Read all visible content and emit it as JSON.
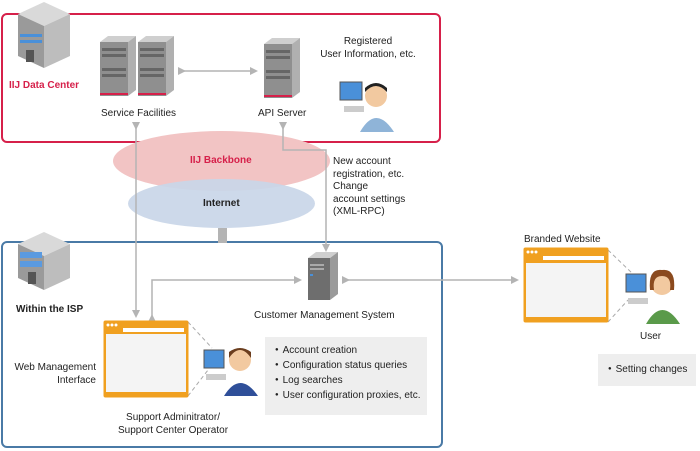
{
  "zones": {
    "data_center": {
      "label": "IIJ Data Center",
      "color": "#d6204a"
    },
    "isp": {
      "label": "Within the ISP",
      "color": "#4a7aa6"
    }
  },
  "networks": {
    "backbone": {
      "label": "IIJ Backbone",
      "color": "#f2c4c4"
    },
    "internet": {
      "label": "Internet",
      "color": "#c9d6e8"
    }
  },
  "nodes": {
    "service_facilities": "Service Facilities",
    "api_server": "API Server",
    "registered_info": [
      "Registered",
      "User Information, etc."
    ],
    "customer_mgmt": "Customer Management System",
    "web_mgmt": [
      "Web Management",
      "Interface"
    ],
    "support": [
      "Support Adminitrator/",
      "Support Center Operator"
    ],
    "branded_website": "Branded Website",
    "user": "User"
  },
  "annotations": {
    "xml_rpc": [
      "New account",
      "registration, etc.",
      "Change",
      "account settings",
      "(XML-RPC)"
    ]
  },
  "lists": {
    "operator_functions": [
      "Account creation",
      "Configuration status queries",
      "Log searches",
      "User configuration proxies, etc."
    ],
    "user_functions": [
      "Setting changes"
    ]
  },
  "colors": {
    "arrow": "#b4b4b4",
    "browser": "#f0a020"
  }
}
